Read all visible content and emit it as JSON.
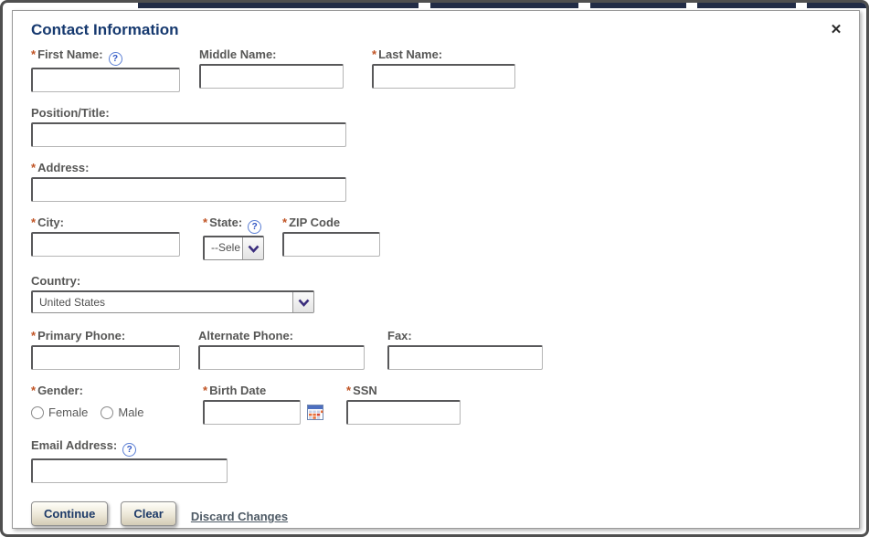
{
  "modal": {
    "title": "Contact Information",
    "close_glyph": "✕"
  },
  "required_marker": "*",
  "icons": {
    "help": "?"
  },
  "fields": {
    "first_name": {
      "label": "First Name:",
      "required": true,
      "value": ""
    },
    "middle_name": {
      "label": "Middle Name:",
      "required": false,
      "value": ""
    },
    "last_name": {
      "label": "Last Name:",
      "required": true,
      "value": ""
    },
    "position_title": {
      "label": "Position/Title:",
      "required": false,
      "value": ""
    },
    "address": {
      "label": "Address:",
      "required": true,
      "value": ""
    },
    "city": {
      "label": "City:",
      "required": true,
      "value": ""
    },
    "state": {
      "label": "State:",
      "required": true,
      "selected": "--Sele"
    },
    "zip": {
      "label": "ZIP Code",
      "required": true,
      "value": ""
    },
    "country": {
      "label": "Country:",
      "required": false,
      "selected": "United States"
    },
    "primary_phone": {
      "label": "Primary Phone:",
      "required": true,
      "value": ""
    },
    "alternate_phone": {
      "label": "Alternate Phone:",
      "required": false,
      "value": ""
    },
    "fax": {
      "label": "Fax:",
      "required": false,
      "value": ""
    },
    "gender": {
      "label": "Gender:",
      "required": true,
      "options": [
        "Female",
        "Male"
      ]
    },
    "birth_date": {
      "label": "Birth Date",
      "required": true,
      "value": ""
    },
    "ssn": {
      "label": "SSN",
      "required": true,
      "value": ""
    },
    "email": {
      "label": "Email Address:",
      "required": false,
      "value": ""
    }
  },
  "actions": {
    "continue": "Continue",
    "clear": "Clear",
    "discard": "Discard Changes"
  },
  "colors": {
    "title": "#16396f",
    "label": "#575756",
    "required": "#c05425",
    "chevron": "#3a2d7d",
    "button_text": "#1d3a68",
    "link": "#4e5a65"
  }
}
